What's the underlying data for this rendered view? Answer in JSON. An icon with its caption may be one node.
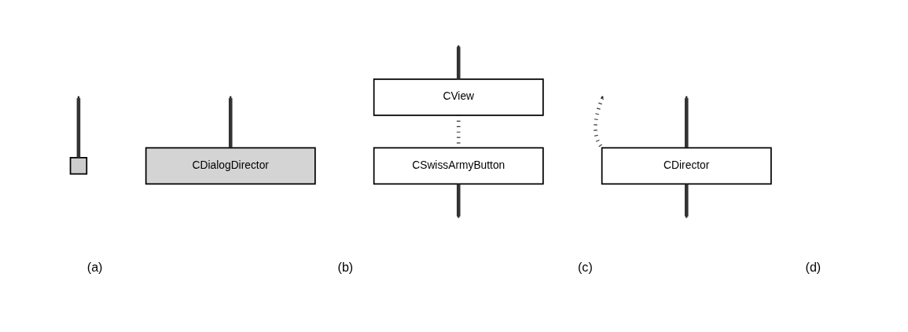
{
  "diagram": {
    "nodes": [
      {
        "text": [],
        "shape": "box"
      },
      {
        "text": [
          "CDialogDirector"
        ]
      },
      {
        "text": [
          "CView"
        ]
      },
      {
        "text": [
          "CSwissArmyButton"
        ]
      },
      {
        "text": [
          "CDirector"
        ]
      }
    ],
    "edges": [
      {
        "from": null,
        "to": 0,
        "arrow": "none"
      },
      {
        "from": null,
        "to": 1,
        "arrow": "none"
      },
      {
        "from": null,
        "to": 2,
        "arrow": "none"
      },
      {
        "from": 2,
        "to": 3,
        "arrow": "none",
        "style": "dashed"
      },
      {
        "from": 3,
        "to": null,
        "arrow": "none"
      },
      {
        "from": null,
        "to": 4,
        "arrow": "none",
        "style": "dashed"
      },
      {
        "from": null,
        "to": 4,
        "arrow": "none"
      },
      {
        "from": 4,
        "to": null,
        "arrow": "none"
      }
    ],
    "labels": [
      "(a)",
      "(b)",
      "(c)",
      "(d)"
    ]
  }
}
